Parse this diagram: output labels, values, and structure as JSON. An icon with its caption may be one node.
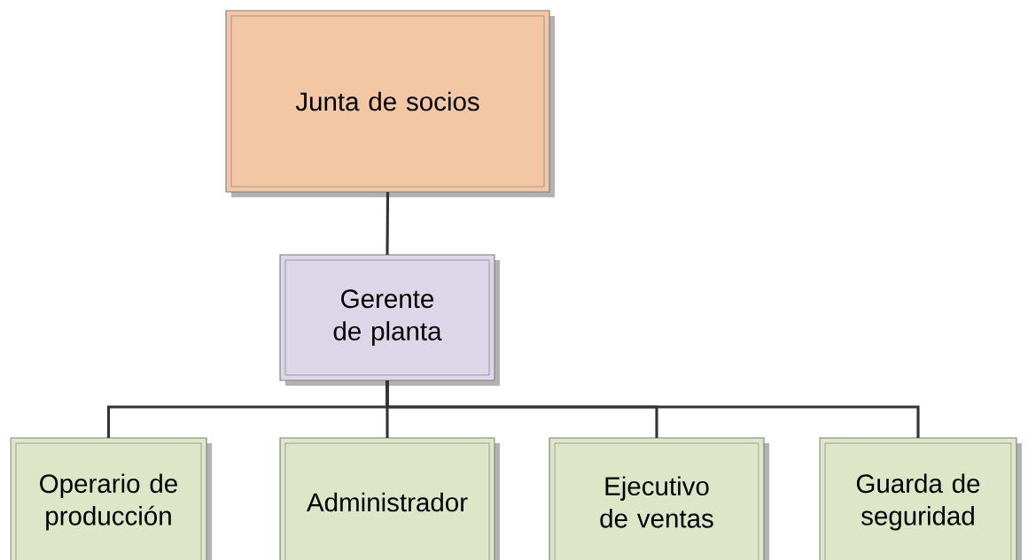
{
  "diagram": {
    "nodes": [
      {
        "text": [
          "Junta de socios"
        ]
      },
      {
        "text": [
          "Gerente de planta"
        ]
      },
      {
        "text": [
          "Operario de producción"
        ]
      },
      {
        "text": [
          "Administrador"
        ]
      },
      {
        "text": [
          "Ejecutivo de ventas"
        ]
      },
      {
        "text": [
          "Guarda de seguridad"
        ]
      }
    ],
    "edges": [
      {
        "from": 0,
        "to": 1,
        "arrow": "none"
      },
      {
        "from": 1,
        "to": 2,
        "arrow": "none"
      },
      {
        "from": 1,
        "to": 3,
        "arrow": "none"
      },
      {
        "from": 1,
        "to": 4,
        "arrow": "none"
      },
      {
        "from": 1,
        "to": 5,
        "arrow": "none"
      }
    ]
  }
}
